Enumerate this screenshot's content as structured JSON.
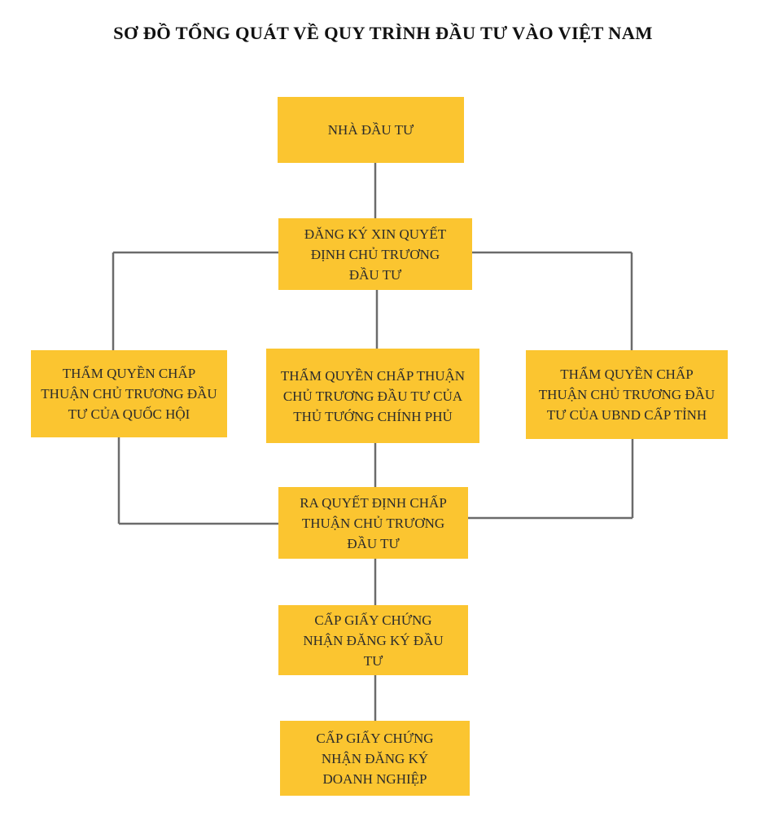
{
  "title": "SƠ ĐỒ TỔNG QUÁT VỀ QUY TRÌNH ĐẦU TƯ VÀO VIỆT NAM",
  "colors": {
    "box_fill": "#fbc530",
    "connector": "#6b6b6b",
    "text": "#2b2b2b"
  },
  "nodes": {
    "investor": "NHÀ ĐẦU TƯ",
    "register_policy": "ĐĂNG KÝ XIN QUYẾT ĐỊNH CHỦ TRƯƠNG ĐẦU TƯ",
    "authority_national_assembly": "THẨM QUYỀN CHẤP THUẬN CHỦ TRƯƠNG ĐẦU TƯ CỦA QUỐC HỘI",
    "authority_prime_minister": "THẨM QUYỀN CHẤP THUẬN CHỦ TRƯƠNG ĐẦU TƯ CỦA THỦ TƯỚNG CHÍNH PHỦ",
    "authority_provincial_committee": "THẨM QUYỀN CHẤP THUẬN CHỦ TRƯƠNG ĐẦU TƯ CỦA UBND CẤP TỈNH",
    "policy_decision": "RA QUYẾT ĐỊNH CHẤP THUẬN CHỦ TRƯƠNG ĐẦU TƯ",
    "investment_certificate": "CẤP GIẤY CHỨNG NHẬN ĐĂNG KÝ ĐẦU TƯ",
    "enterprise_certificate": "CẤP GIẤY CHỨNG NHẬN ĐĂNG KÝ DOANH NGHIỆP"
  }
}
